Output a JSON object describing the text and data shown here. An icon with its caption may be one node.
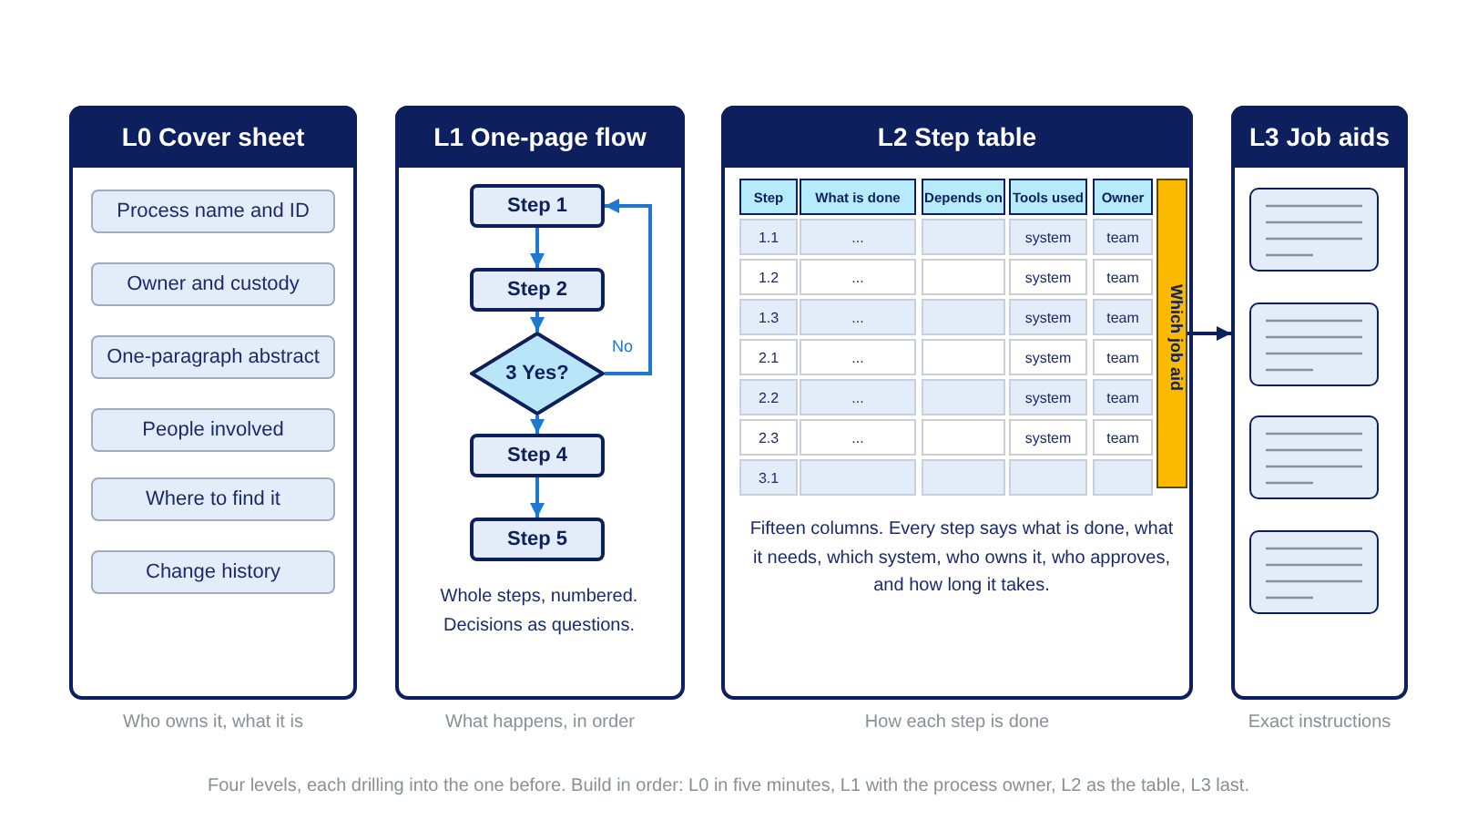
{
  "diagram": {
    "caption": "Four levels, each drilling into the one before. Build in order: L0 in five minutes, L1 with the process owner, L2 as the table, L3 last.",
    "nodes": [
      {
        "text": [
          "L0 Cover sheet"
        ],
        "beside": [
          "Who owns it, what it is"
        ]
      },
      {
        "text": [
          "Process name and ID"
        ],
        "in": 0
      },
      {
        "text": [
          "Owner and custody"
        ],
        "in": 0
      },
      {
        "text": [
          "One-paragraph abstract"
        ],
        "in": 0
      },
      {
        "text": [
          "People involved"
        ],
        "in": 0
      },
      {
        "text": [
          "Where to find it"
        ],
        "in": 0
      },
      {
        "text": [
          "Change history"
        ],
        "in": 0
      },
      {
        "text": [
          "L1 One-page flow"
        ],
        "beside": [
          "What happens, in order"
        ]
      },
      {
        "text": [
          "Step 1"
        ],
        "in": 7
      },
      {
        "text": [
          "Step 2"
        ],
        "in": 7
      },
      {
        "text": [
          "3 Yes?"
        ],
        "in": 7
      },
      {
        "text": [
          "Step 4"
        ],
        "in": 7
      },
      {
        "text": [
          "Step 5"
        ],
        "in": 7
      },
      {
        "text": [
          "L2 Step table"
        ],
        "beside": [
          "How each step is done"
        ]
      },
      {
        "text": [
          "Which job aid"
        ],
        "in": 13
      },
      {
        "text": [
          "L3 Job aids"
        ],
        "beside": [
          "Exact instructions"
        ]
      },
      {
        "text": [],
        "shape": "box",
        "in": 15
      },
      {
        "text": [],
        "shape": "box",
        "in": 15
      },
      {
        "text": [],
        "shape": "box",
        "in": 15
      },
      {
        "text": [],
        "shape": "box",
        "in": 15
      }
    ],
    "edges": [
      {
        "from": 8,
        "to": 9,
        "arrow": "to"
      },
      {
        "from": 9,
        "to": 10,
        "arrow": "to"
      },
      {
        "from": 10,
        "to": 11,
        "arrow": "to"
      },
      {
        "from": 11,
        "to": 12,
        "arrow": "to"
      },
      {
        "from": 10,
        "to": 8,
        "arrow": "to",
        "label": "No"
      },
      {
        "from": 14,
        "to": 15,
        "arrow": "to",
        "color": "#0d1f5c"
      }
    ],
    "labels": [
      "Whole steps, numbered. Decisions as questions.",
      "Step",
      "What is done",
      "Depends on",
      "Tools used",
      "Owner",
      "1.1",
      "...",
      "system",
      "team",
      "1.2",
      "...",
      "system",
      "team",
      "1.3",
      "...",
      "system",
      "team",
      "2.1",
      "...",
      "system",
      "team",
      "2.2",
      "...",
      "system",
      "team",
      "2.3",
      "...",
      "system",
      "team",
      "3.1",
      "Fifteen columns. Every step says what is done, what it needs, which system, who owns it, who approves, and how long it takes."
    ]
  }
}
